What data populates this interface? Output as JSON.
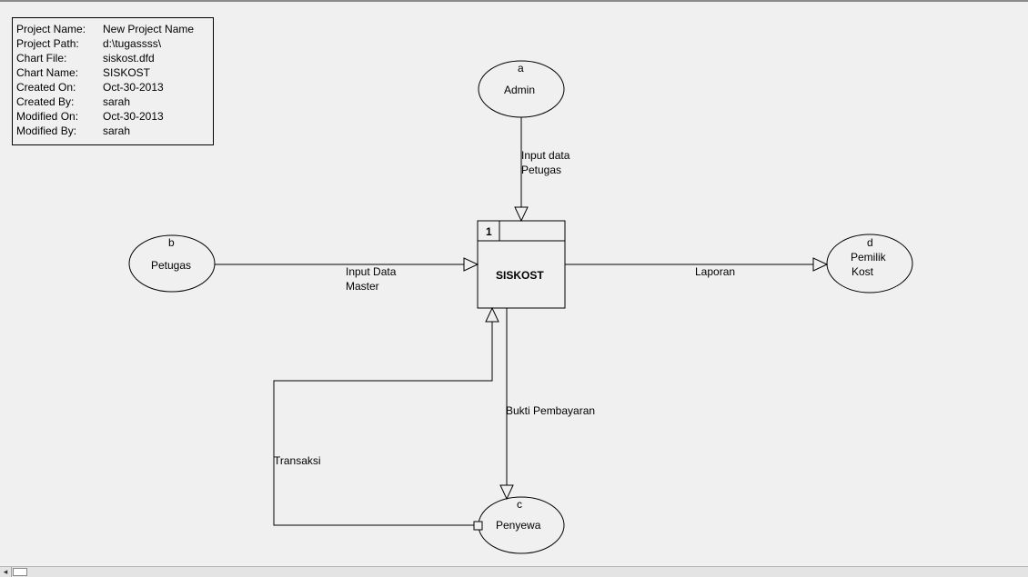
{
  "info": {
    "rows": [
      {
        "key": "Project Name:",
        "value": "New Project Name"
      },
      {
        "key": "Project Path:",
        "value": "d:\\tugassss\\"
      },
      {
        "key": "Chart File:",
        "value": "siskost.dfd"
      },
      {
        "key": "Chart Name:",
        "value": "SISKOST"
      },
      {
        "key": "Created On:",
        "value": "Oct-30-2013"
      },
      {
        "key": "Created By:",
        "value": "sarah"
      },
      {
        "key": "Modified On:",
        "value": "Oct-30-2013"
      },
      {
        "key": "Modified By:",
        "value": "sarah"
      }
    ]
  },
  "entities": {
    "admin": {
      "id": "a",
      "name": "Admin"
    },
    "petugas": {
      "id": "b",
      "name": "Petugas"
    },
    "penyewa": {
      "id": "c",
      "name": "Penyewa"
    },
    "pemilik": {
      "id": "d",
      "name_line1": "Pemilik",
      "name_line2": "Kost"
    }
  },
  "process": {
    "number": "1",
    "name": "SISKOST"
  },
  "flows": {
    "input_data_petugas": {
      "line1": "Input data",
      "line2": "Petugas"
    },
    "input_data_master": {
      "line1": "Input Data",
      "line2": "Master"
    },
    "laporan": "Laporan",
    "bukti_pembayaran": "Bukti Pembayaran",
    "transaksi": "Transaksi"
  },
  "scrollbar": {
    "left_arrow": "◂"
  }
}
